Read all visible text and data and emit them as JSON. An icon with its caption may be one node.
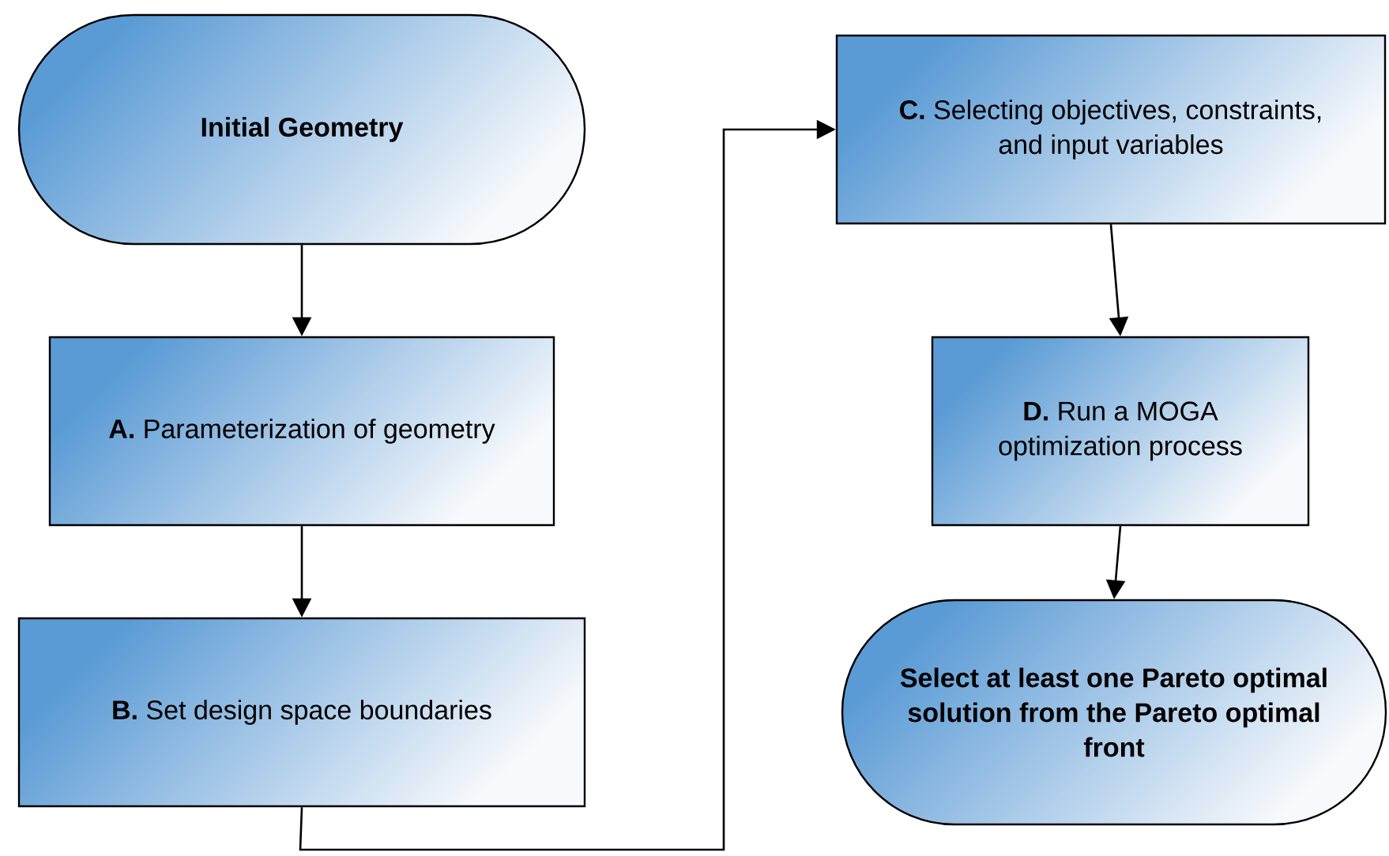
{
  "diagram": {
    "nodes": [
      {
        "text": [
          "Initial Geometry"
        ]
      },
      {
        "text": [
          "**A.** Parameterization of geometry"
        ]
      },
      {
        "text": [
          "**B.** Set design space boundaries"
        ]
      },
      {
        "text": [
          "**C.**  Selecting objectives, constraints, and input variables"
        ]
      },
      {
        "text": [
          "**D.** Run a MOGA optimization process"
        ]
      },
      {
        "text": [
          "Select at least one Pareto optimal solution from the Pareto optimal front"
        ]
      }
    ],
    "edges": [
      {
        "from": 0,
        "to": 1,
        "arrow": "to"
      },
      {
        "from": 1,
        "to": 2,
        "arrow": "to"
      },
      {
        "from": 2,
        "to": 3,
        "arrow": "to"
      },
      {
        "from": 3,
        "to": 4,
        "arrow": "to"
      },
      {
        "from": 4,
        "to": 5,
        "arrow": "to"
      }
    ]
  }
}
